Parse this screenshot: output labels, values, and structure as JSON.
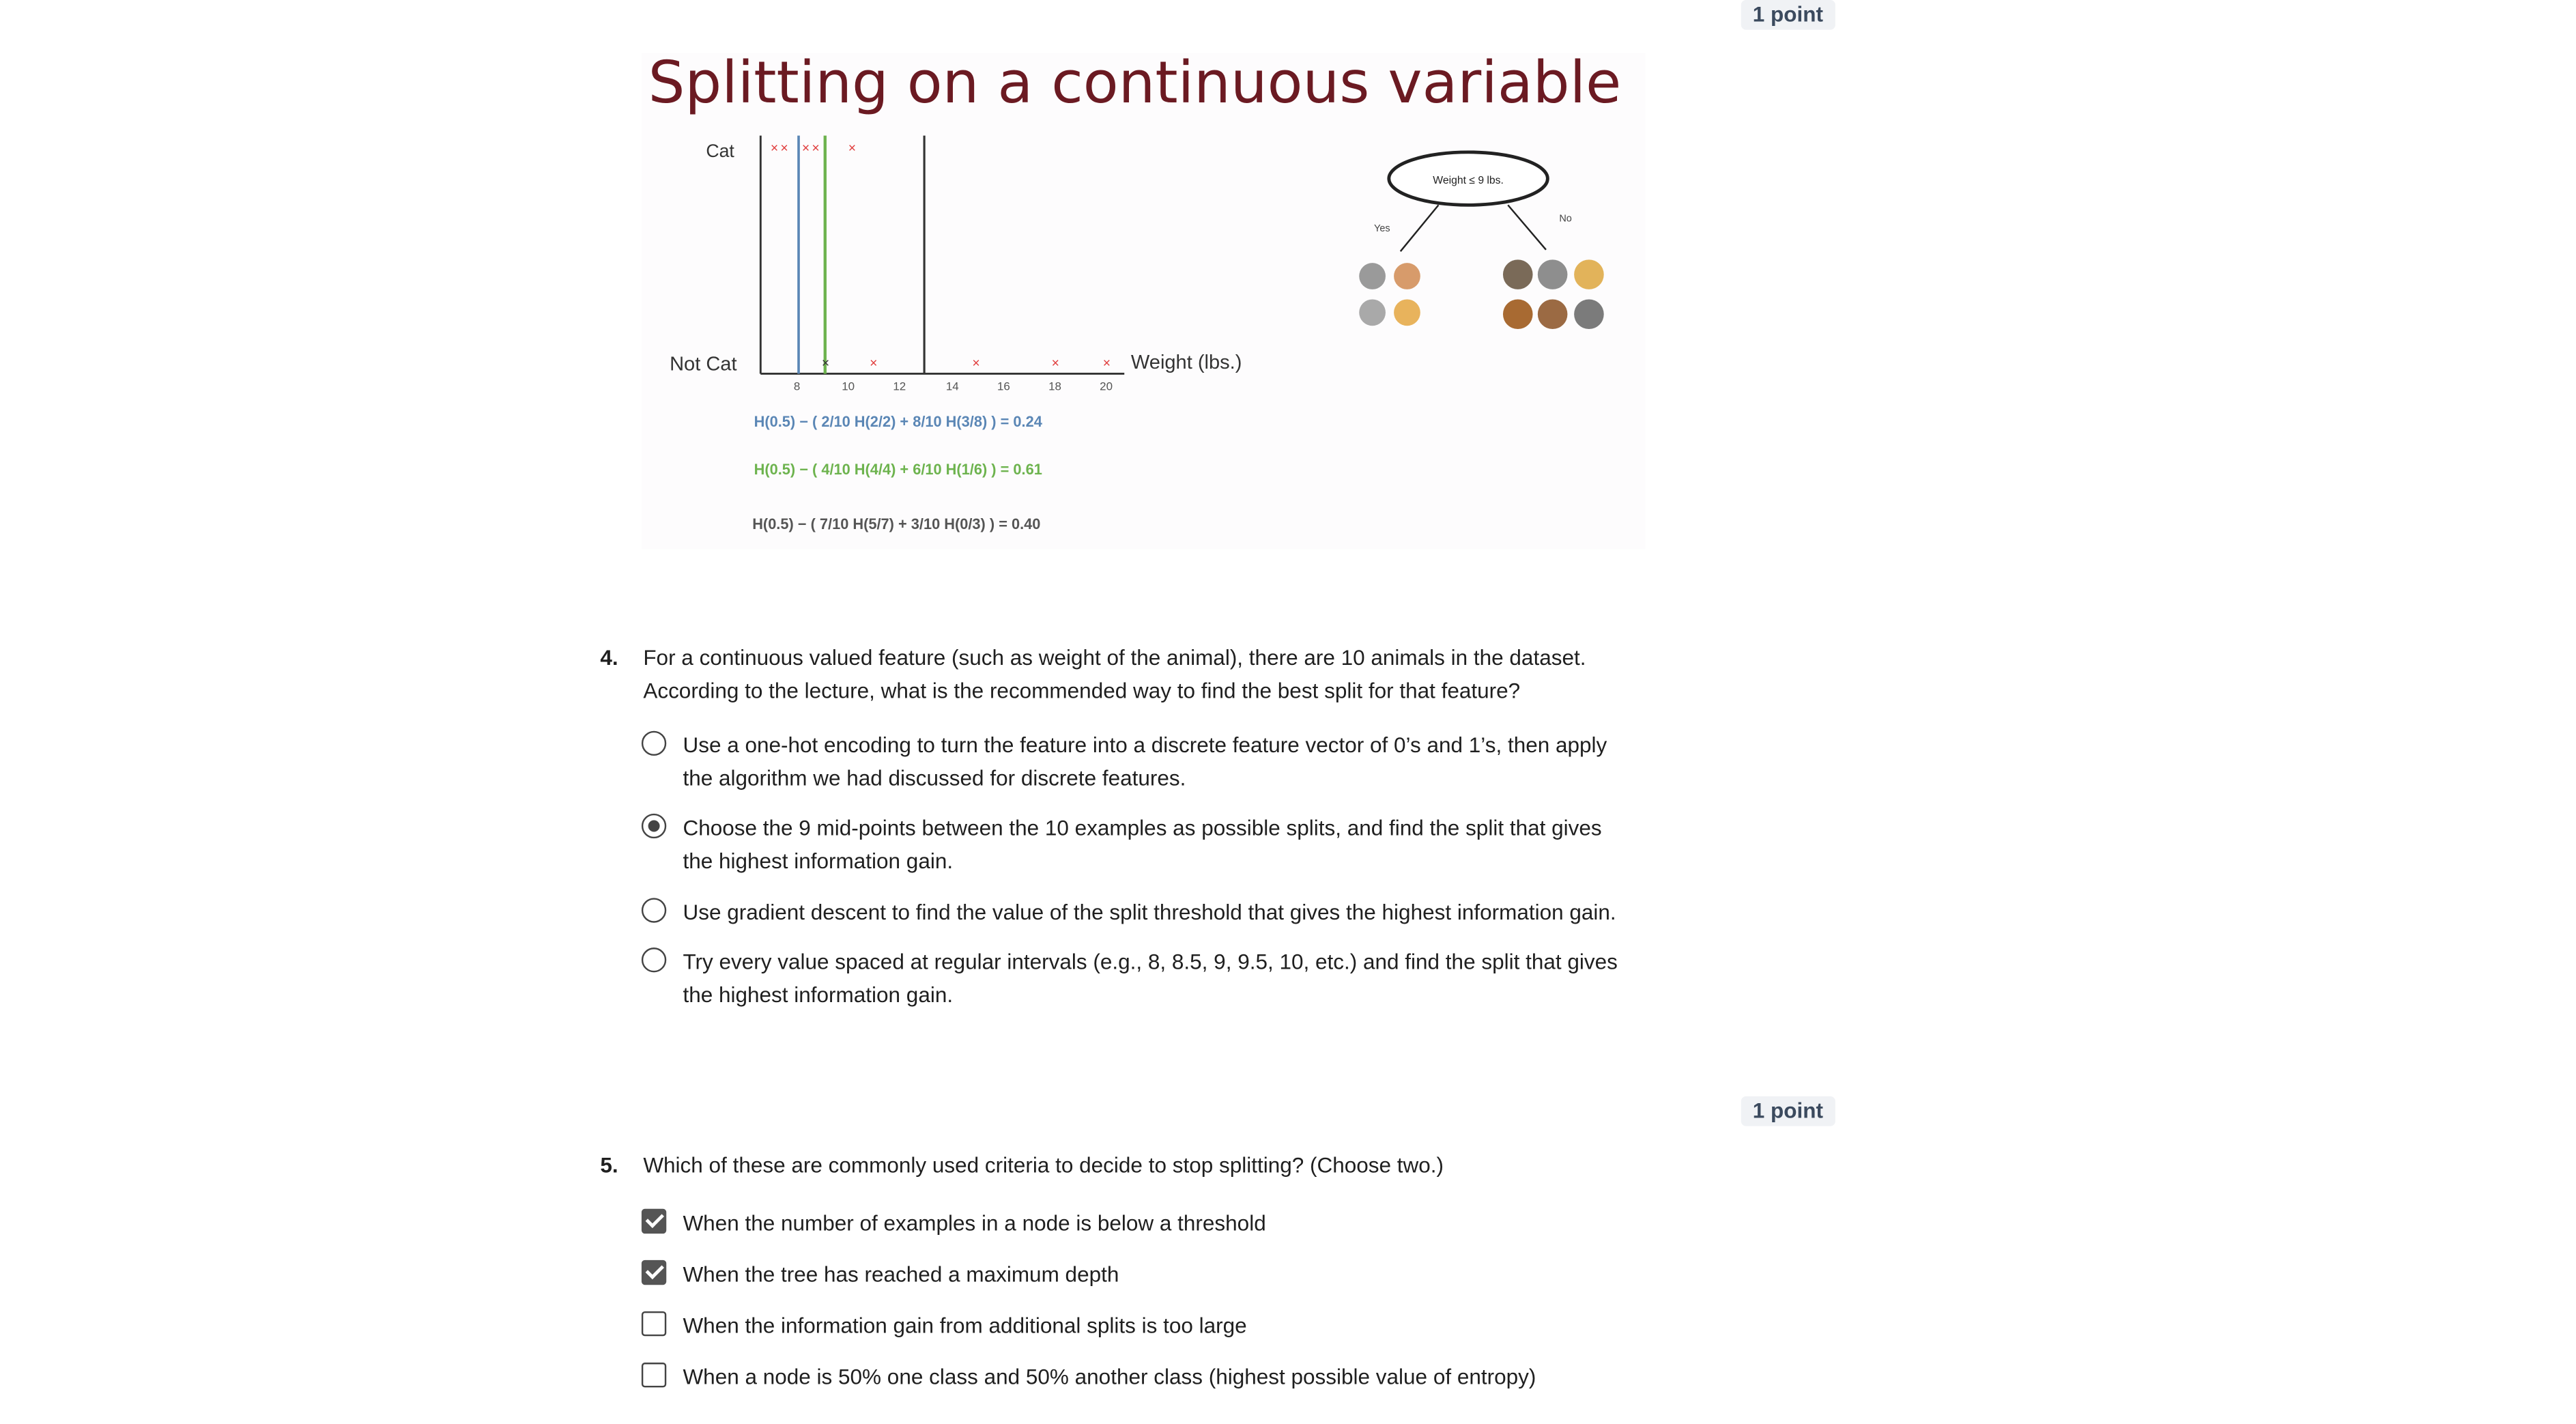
{
  "points_label": "1 point",
  "slide": {
    "title": "Splitting on a continuous variable",
    "y_top": "Cat",
    "y_bottom": "Not Cat",
    "x_label": "Weight (lbs.)",
    "ticks": [
      "8",
      "10",
      "12",
      "14",
      "16",
      "18",
      "20"
    ],
    "formula1": "H(0.5) − ( 2/10 H(2/2) + 8/10 H(3/8) ) = 0.24",
    "formula2": "H(0.5) − ( 4/10 H(4/4) + 6/10 H(1/6) ) = 0.61",
    "formula3": "H(0.5) − ( 7/10 H(5/7) + 3/10 H(0/3) ) = 0.40",
    "tree_root": "Weight ≤ 9 lbs.",
    "tree_yes": "Yes",
    "tree_no": "No",
    "colors": {
      "title": "#6b1a22",
      "blue": "#5a86b5",
      "green": "#6db34e",
      "marker": "#e03c3c"
    }
  },
  "q4": {
    "number": "4.",
    "text": "For a continuous valued feature (such as weight of the animal), there are 10 animals in the dataset. According to the lecture, what is the recommended way to find the best split for that feature?",
    "options": [
      {
        "label": "Use a one-hot encoding to turn the feature into a discrete feature vector of 0’s and 1’s, then apply the algorithm we had discussed for discrete features.",
        "selected": false
      },
      {
        "label": "Choose the 9 mid-points between the 10 examples as possible splits, and find the split that gives the highest information gain.",
        "selected": true
      },
      {
        "label": "Use gradient descent to find the value of the split threshold that gives the highest information gain.",
        "selected": false
      },
      {
        "label": "Try every value spaced at regular intervals (e.g., 8, 8.5, 9, 9.5, 10, etc.) and find the split that gives the highest information gain.",
        "selected": false
      }
    ]
  },
  "q5": {
    "number": "5.",
    "text": "Which of these are commonly used criteria to decide to stop splitting? (Choose two.)",
    "options": [
      {
        "label": "When the number of examples in a node is below a threshold",
        "checked": true
      },
      {
        "label": "When the tree has reached a maximum depth",
        "checked": true
      },
      {
        "label": "When the information gain from additional splits is too large",
        "checked": false
      },
      {
        "label": "When a node is 50% one class and 50% another class (highest possible value of entropy)",
        "checked": false
      }
    ]
  }
}
